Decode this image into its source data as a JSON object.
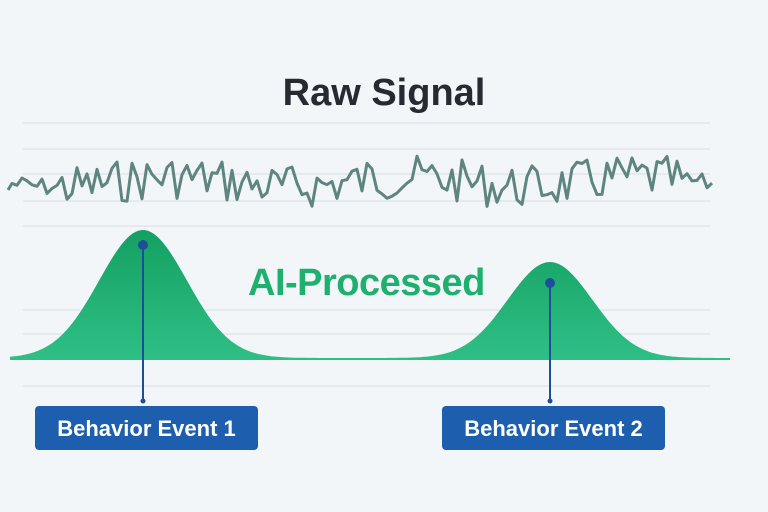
{
  "title": "Raw Signal",
  "processed_label": "AI-Processed",
  "events": [
    {
      "label": "Behavior Event 1"
    },
    {
      "label": "Behavior Event 2"
    }
  ],
  "colors": {
    "background": "#f2f6f9",
    "raw_signal": "#5f8580",
    "processed": "#1fb070",
    "event": "#1d5fae",
    "gridline": "#dde3e8"
  }
}
